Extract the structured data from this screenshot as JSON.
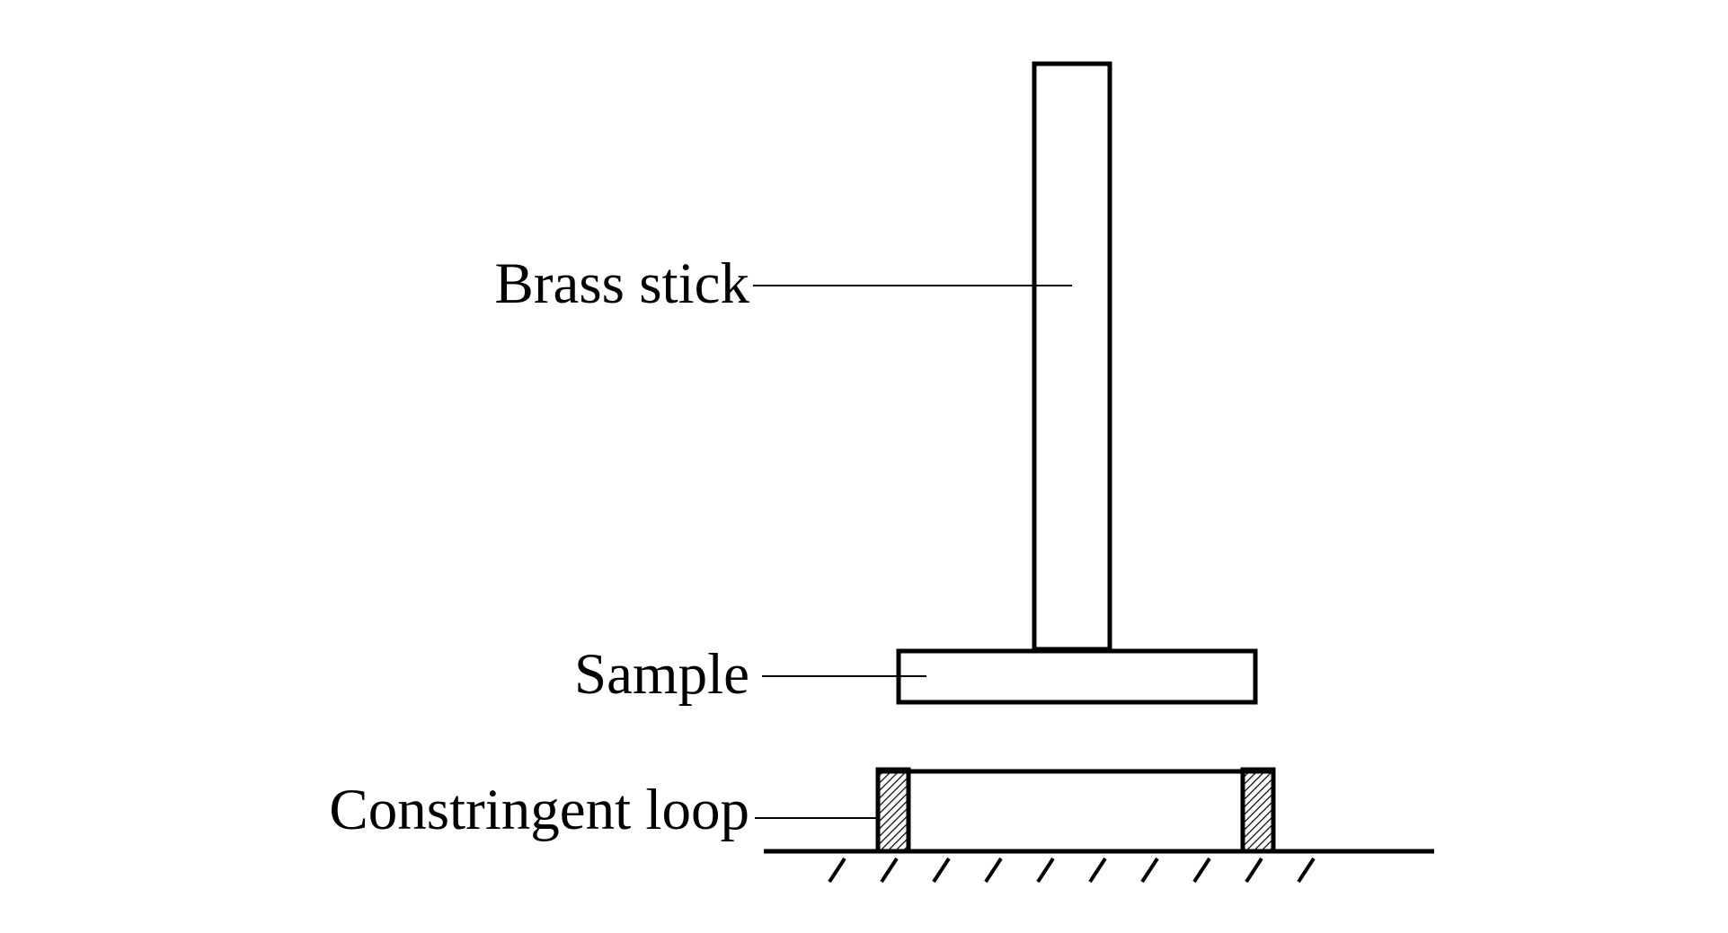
{
  "diagram": {
    "labels": {
      "brass_stick": "Brass stick",
      "sample": "Sample",
      "constringent_loop": "Constringent loop"
    },
    "colors": {
      "stroke": "#000000",
      "fill": "#ffffff"
    }
  }
}
